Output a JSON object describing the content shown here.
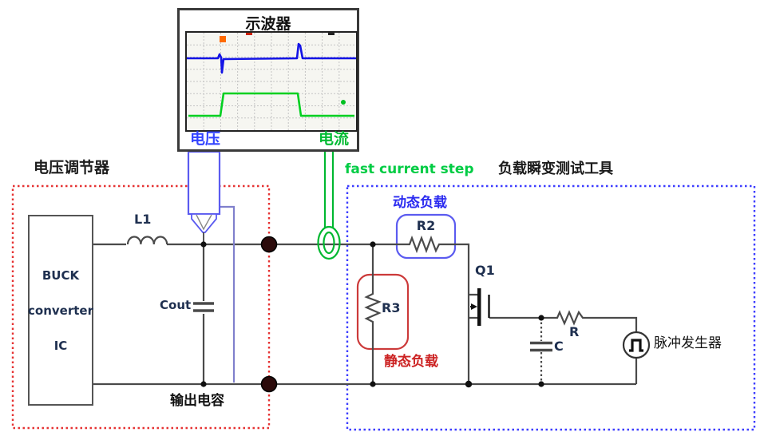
{
  "scope": {
    "title": "示波器",
    "voltage_label": "电压",
    "current_label": "电流",
    "trace_colors": {
      "voltage": "#1414e6",
      "current": "#00d020"
    },
    "traces": {
      "voltage_points": [
        [
          0,
          32
        ],
        [
          39,
          32
        ],
        [
          41,
          27
        ],
        [
          43,
          31
        ],
        [
          44,
          50
        ],
        [
          46,
          33
        ],
        [
          138,
          32
        ],
        [
          140,
          14
        ],
        [
          142,
          16
        ],
        [
          145,
          32
        ],
        [
          212,
          32
        ]
      ],
      "current_points": [
        [
          2,
          104
        ],
        [
          42,
          104
        ],
        [
          46,
          76
        ],
        [
          139,
          76
        ],
        [
          143,
          104
        ],
        [
          210,
          104
        ]
      ]
    },
    "grid": {
      "columns": 10,
      "rows": 8
    }
  },
  "regulator": {
    "title": "电压调节器",
    "ic_label_lines": [
      "BUCK",
      "converter",
      "IC"
    ],
    "inductor_label": "L1",
    "output_cap_label": "Cout",
    "output_cap_caption": "输出电容",
    "box_color": "#e63232"
  },
  "load_tester": {
    "title": "负载瞬变测试工具",
    "dynamic_load_caption": "动态负载",
    "dynamic_resistor_label": "R2",
    "static_load_caption": "静态负载",
    "static_resistor_label": "R3",
    "mosfet_label": "Q1",
    "cap_label": "C",
    "resistor_label": "R",
    "pulse_generator_label": "脉冲发生器",
    "box_color": "#3c3cff",
    "dynamic_color": "#2a2af0",
    "static_color": "#cc2222"
  },
  "annotation": {
    "fast_current_step": "fast current step",
    "color": "#00cc44"
  }
}
